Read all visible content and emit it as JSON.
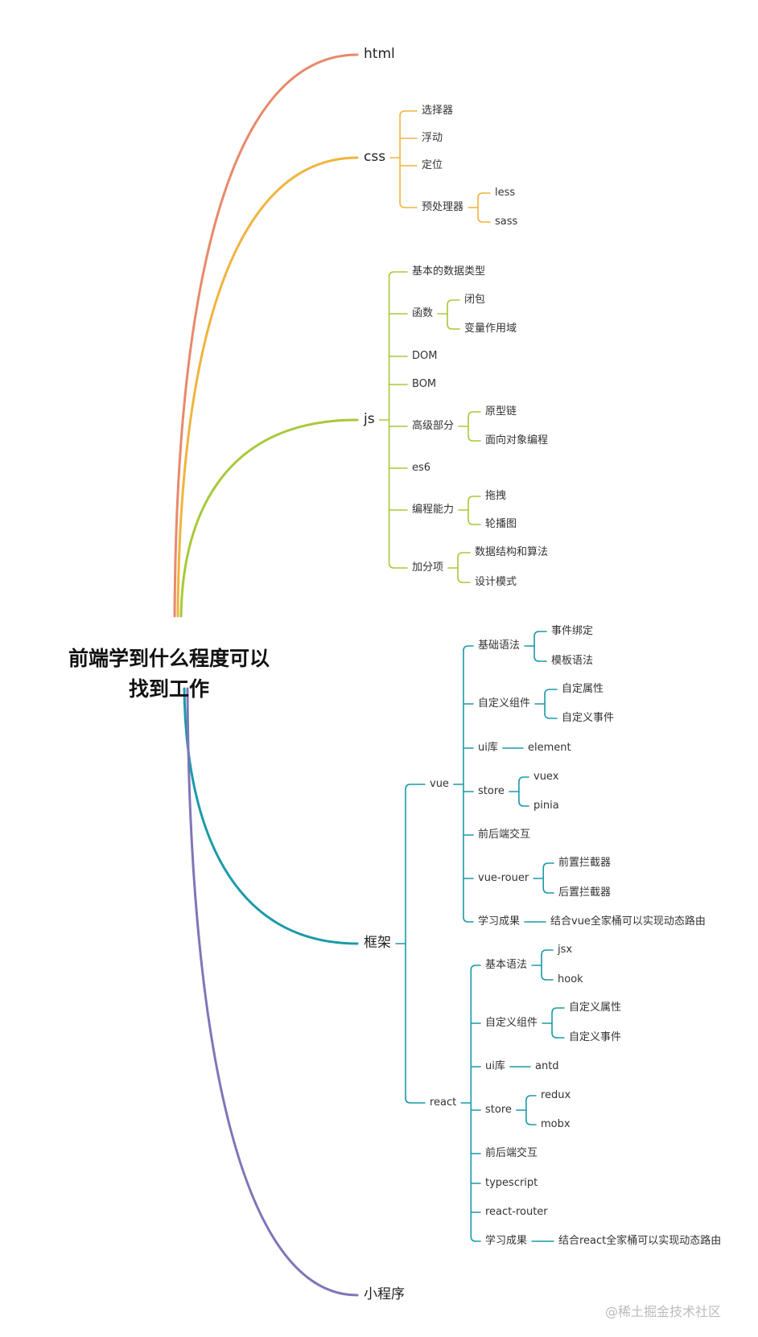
{
  "root": {
    "title_line1": "前端学到什么程度可以",
    "title_line2": "找到工作"
  },
  "colors": {
    "html": "#E8896B",
    "css": "#F0B43E",
    "js": "#A7C93A",
    "framework": "#1A9AA8",
    "miniprogram": "#7E76B8"
  },
  "branches": [
    {
      "key": "html",
      "label": "html",
      "color": "#E8896B",
      "children": []
    },
    {
      "key": "css",
      "label": "css",
      "color": "#F0B43E",
      "children": [
        {
          "label": "选择器"
        },
        {
          "label": "浮动"
        },
        {
          "label": "定位"
        },
        {
          "label": "预处理器",
          "children": [
            {
              "label": "less"
            },
            {
              "label": "sass"
            }
          ]
        }
      ]
    },
    {
      "key": "js",
      "label": "js",
      "color": "#A7C93A",
      "children": [
        {
          "label": "基本的数据类型"
        },
        {
          "label": "函数",
          "children": [
            {
              "label": "闭包"
            },
            {
              "label": "变量作用域"
            }
          ]
        },
        {
          "label": "DOM"
        },
        {
          "label": "BOM"
        },
        {
          "label": "高级部分",
          "children": [
            {
              "label": "原型链"
            },
            {
              "label": "面向对象编程"
            }
          ]
        },
        {
          "label": "es6"
        },
        {
          "label": "编程能力",
          "children": [
            {
              "label": "拖拽"
            },
            {
              "label": "轮播图"
            }
          ]
        },
        {
          "label": "加分项",
          "children": [
            {
              "label": "数据结构和算法"
            },
            {
              "label": "设计模式"
            }
          ]
        }
      ]
    },
    {
      "key": "framework",
      "label": "框架",
      "color": "#1A9AA8",
      "children": [
        {
          "label": "vue",
          "children": [
            {
              "label": "基础语法",
              "children": [
                {
                  "label": "事件绑定"
                },
                {
                  "label": "模板语法"
                }
              ]
            },
            {
              "label": "自定义组件",
              "children": [
                {
                  "label": "自定属性"
                },
                {
                  "label": "自定义事件"
                }
              ]
            },
            {
              "label": "ui库",
              "children": [
                {
                  "label": "element"
                }
              ]
            },
            {
              "label": "store",
              "children": [
                {
                  "label": "vuex"
                },
                {
                  "label": "pinia"
                }
              ]
            },
            {
              "label": "前后端交互"
            },
            {
              "label": "vue-rouer",
              "children": [
                {
                  "label": "前置拦截器"
                },
                {
                  "label": "后置拦截器"
                }
              ]
            },
            {
              "label": "学习成果",
              "children": [
                {
                  "label": "结合vue全家桶可以实现动态路由"
                }
              ]
            }
          ]
        },
        {
          "label": "react",
          "children": [
            {
              "label": "基本语法",
              "children": [
                {
                  "label": "jsx"
                },
                {
                  "label": "hook"
                }
              ]
            },
            {
              "label": "自定义组件",
              "children": [
                {
                  "label": "自定义属性"
                },
                {
                  "label": "自定义事件"
                }
              ]
            },
            {
              "label": "ui库",
              "children": [
                {
                  "label": "antd"
                }
              ]
            },
            {
              "label": "store",
              "children": [
                {
                  "label": "redux"
                },
                {
                  "label": "mobx"
                }
              ]
            },
            {
              "label": "前后端交互"
            },
            {
              "label": "typescript"
            },
            {
              "label": "react-router"
            },
            {
              "label": "学习成果",
              "children": [
                {
                  "label": "结合react全家桶可以实现动态路由"
                }
              ]
            }
          ]
        }
      ]
    },
    {
      "key": "miniprogram",
      "label": "小程序",
      "color": "#7E76B8",
      "children": []
    }
  ],
  "watermark": "@稀土掘金技术社区"
}
